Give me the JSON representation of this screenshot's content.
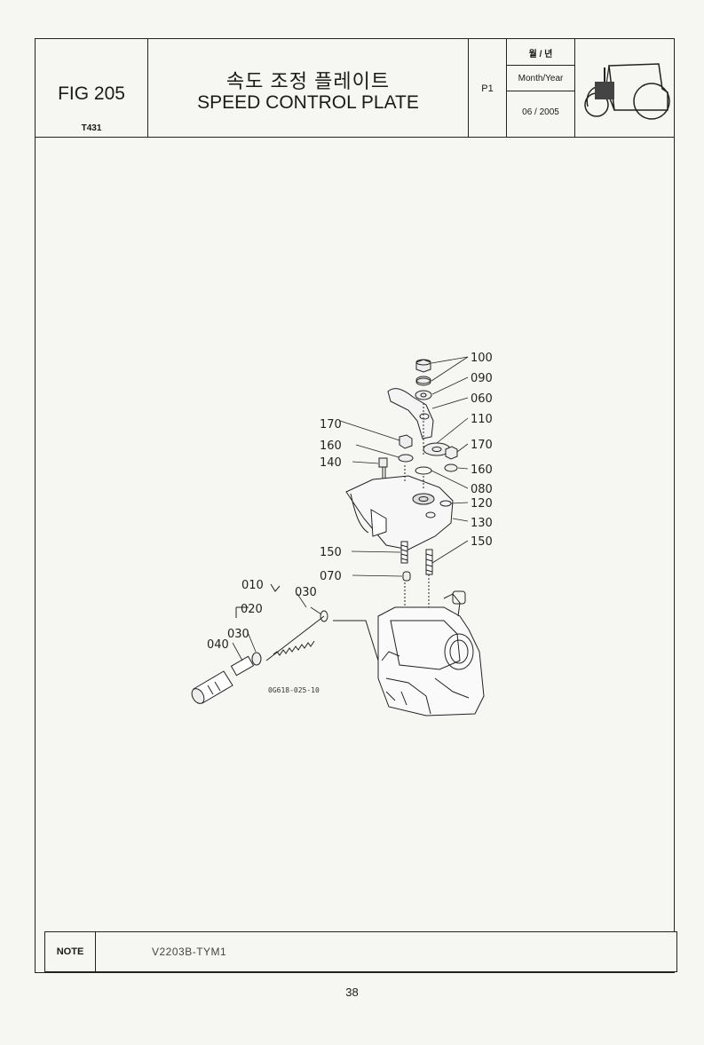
{
  "header": {
    "fig_label": "FIG 205",
    "fig_code": "T431",
    "title_kr": "속도 조정 플레이트",
    "title_en": "SPEED CONTROL PLATE",
    "page": "P1",
    "date_header_kr": "월 / 년",
    "date_header_en": "Month/Year",
    "date_value": "06 / 2005",
    "thumbnail_icon": "tractor-icon"
  },
  "diagram": {
    "ref_code": "0G618-025-10",
    "callouts": {
      "c100": "100",
      "c090": "090",
      "c060": "060",
      "c110": "110",
      "c170r": "170",
      "c160r": "160",
      "c080": "080",
      "c120": "120",
      "c130": "130",
      "c150r": "150",
      "c170l": "170",
      "c160l": "160",
      "c140": "140",
      "c150l": "150",
      "c070": "070",
      "c010": "010",
      "c030a": "030",
      "c020": "020",
      "c030b": "030",
      "c040": "040"
    }
  },
  "note": {
    "label": "NOTE",
    "text": "V2203B-TYM1"
  },
  "page_number": "38"
}
